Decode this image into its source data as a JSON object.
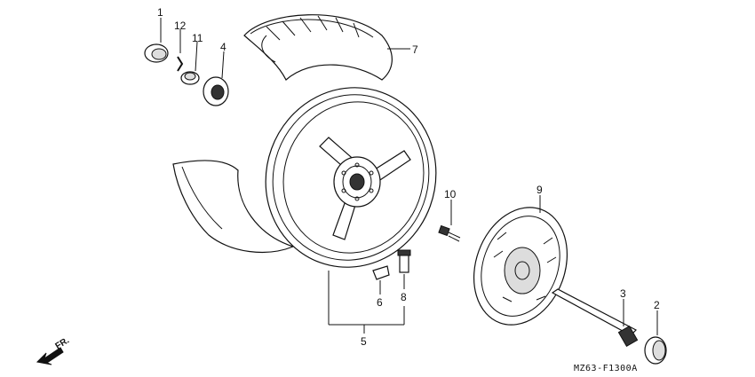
{
  "callouts": {
    "c1": "1",
    "c12": "12",
    "c11": "11",
    "c4": "4",
    "c7": "7",
    "c10": "10",
    "c9": "9",
    "c3": "3",
    "c2": "2",
    "c6": "6",
    "c8": "8",
    "c5": "5"
  },
  "diagram_code": "MZ63-F1300A",
  "direction_label": "FR.",
  "icons": {
    "front_arrow": "front-direction-arrow-icon"
  }
}
